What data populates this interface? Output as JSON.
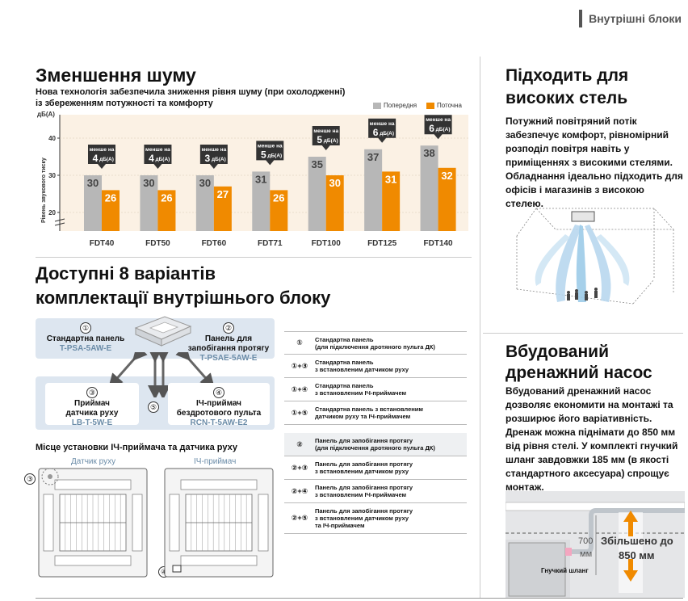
{
  "header": {
    "category": "Внутрішні блоки"
  },
  "noise": {
    "title": "Зменшення шуму",
    "subtitle_line1": "Нова технологія забезпечила зниження рівня шуму (при охолодженні)",
    "subtitle_line2": "із збереженням потужності та комфорту",
    "legend_prev": "Попередня",
    "legend_curr": "Поточна",
    "unit": "дБ(А)",
    "ylabel": "Рівень звукового тиску",
    "badge_word": "менше на",
    "badge_unit": "дБ(А)"
  },
  "chart_data": {
    "type": "bar",
    "categories": [
      "FDT40",
      "FDT50",
      "FDT60",
      "FDT71",
      "FDT100",
      "FDT125",
      "FDT140"
    ],
    "series": [
      {
        "name": "Попередня",
        "values": [
          30,
          30,
          30,
          31,
          35,
          37,
          38
        ]
      },
      {
        "name": "Поточна",
        "values": [
          26,
          26,
          27,
          26,
          30,
          31,
          32
        ]
      }
    ],
    "reductions": [
      4,
      4,
      3,
      5,
      5,
      6,
      6
    ],
    "yticks": [
      20,
      30,
      40
    ],
    "ylim": [
      15,
      45
    ],
    "ylabel": "Рівень звукового тиску",
    "unit": "дБ(А)",
    "colors": {
      "prev": "#b7b7b7",
      "curr": "#f08a00",
      "bg": "#fbf1e4",
      "badge": "#333333"
    }
  },
  "kits": {
    "title_line1": "Доступні 8 варіантів",
    "title_line2": "комплектації внутрішнього блоку",
    "items": [
      {
        "num": "①",
        "label": "Стандартна панель",
        "code": "T-PSA-5AW-E"
      },
      {
        "num": "②",
        "label": "Панель для запобігання протягу",
        "code": "T-PSAE-5AW-E"
      },
      {
        "num": "③",
        "label": "Приймач датчика руху",
        "code": "LB-T-5W-E"
      },
      {
        "num": "④",
        "label": "ІЧ-приймач бездротового пульта",
        "code": "RCN-T-5AW-E2"
      },
      {
        "num": "⑤"
      }
    ],
    "label2_line1": "Панель для",
    "label2_line2": "запобігання протягу",
    "label3_line1": "Приймач",
    "label3_line2": "датчика руху",
    "label4_line1": "ІЧ-приймач",
    "label4_line2": "бездротового пульта",
    "install_title": "Місце установки ІЧ-приймача та датчика руху",
    "cap_motion": "Датчик руху",
    "cap_ir": "ІЧ-приймач",
    "mark3": "③",
    "mark4": "④"
  },
  "variants": [
    {
      "code": "①",
      "line1": "Стандартна панель",
      "line2": "(для підключення дротяного пульта ДК)",
      "line3": ""
    },
    {
      "code": "①+③",
      "line1": "Стандартна панель",
      "line2": "з встановленим датчиком руху",
      "line3": ""
    },
    {
      "code": "①+④",
      "line1": "Стандартна панель",
      "line2": "з встановленим ІЧ-приймачем",
      "line3": ""
    },
    {
      "code": "①+⑤",
      "line1": "Стандартна панель з встановленим",
      "line2": "датчиком руху та ІЧ-приймачем",
      "line3": ""
    },
    {
      "code": "②",
      "line1": "Панель для запобігання протягу",
      "line2": "(для підключення дротяного пульта ДК)",
      "line3": ""
    },
    {
      "code": "②+③",
      "line1": "Панель для запобігання протягу",
      "line2": "з встановленим датчиком руху",
      "line3": ""
    },
    {
      "code": "②+④",
      "line1": "Панель для запобігання протягу",
      "line2": "з встановленим ІЧ-приймачем",
      "line3": ""
    },
    {
      "code": "②+⑤",
      "line1": "Панель для запобігання протягу",
      "line2": "з встановленим датчиком руху",
      "line3": "та ІЧ-приймачем"
    }
  ],
  "ceiling": {
    "title_line1": "Підходить для",
    "title_line2": "високих стель",
    "lines": [
      "Потужний повітряний потік",
      "забезпечує комфорт, рівномірний",
      "розподіл повітря навіть у",
      "приміщеннях з високими стелями.",
      "Обладнання ідеально підходить для",
      "офісів і магазинів з високою",
      "стелею."
    ]
  },
  "pump": {
    "title_line1": "Вбудований",
    "title_line2": "дренажний насос",
    "lines": [
      "Вбудований дренажний насос",
      "дозволяє економити на монтажі та",
      "розширює його варіативність.",
      "Дренаж можна піднімати до 850 мм",
      "від рівня стелі. У комплекті гнучкий",
      "шланг завдовжки 185 мм (в якості",
      "стандартного аксесуара) спрощує",
      "монтаж."
    ],
    "dim_700": "700",
    "dim_mm": "мм",
    "increase_line1": "Збільшено до",
    "increase_line2": "850 мм",
    "hose": "Гнучкий шланг"
  }
}
